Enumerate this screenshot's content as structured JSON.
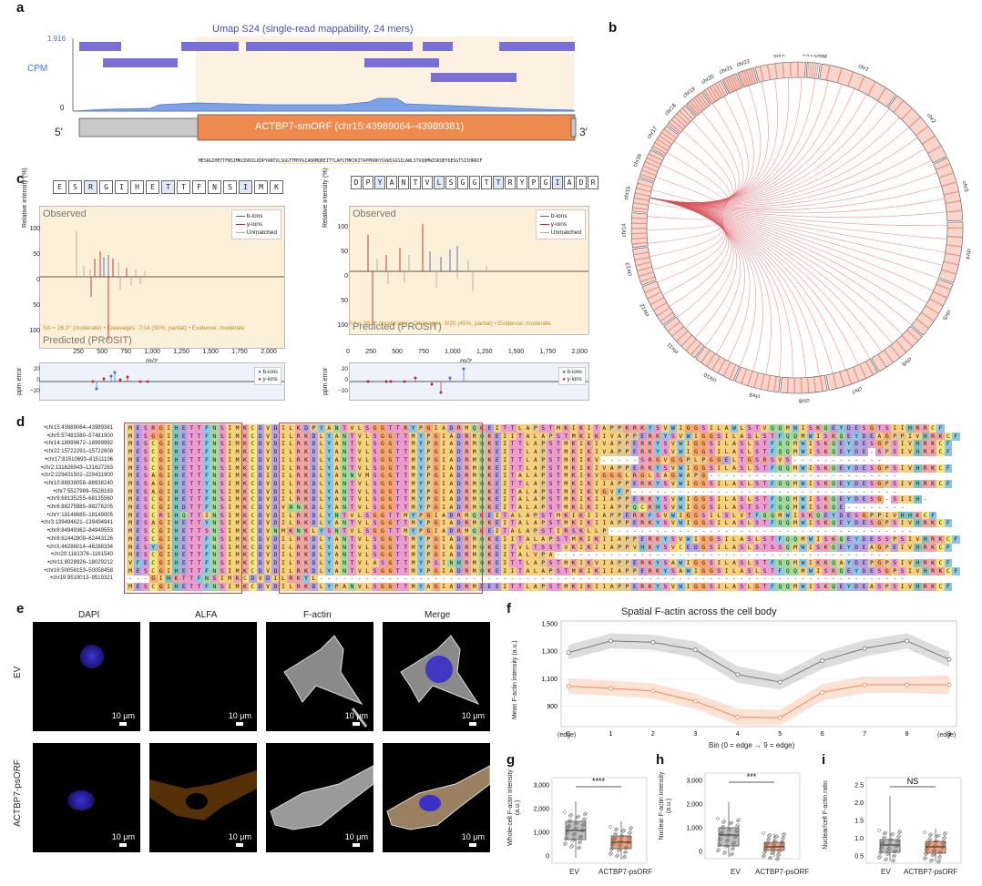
{
  "panels": {
    "a": {
      "label": "a",
      "track_title": "Umap S24 (single-read mappability, 24 mers)",
      "ylabel": "CPM",
      "ymax": "1.916",
      "ymin": "0",
      "five_prime": "5′",
      "three_prime": "3′",
      "orf_label": "ACTBP7-smORF (chr15:43989064–43989381)",
      "protein_seq": "MESRGIHETTFNSIMKCDVDILKDPYANTVLSGGTTMYPGIADRMQKEITTLAPSTMKIKITAPPKRKYSVWIGGSILAWLSTVQQMWISKQEYDESGTSIIHRRCF"
    },
    "b": {
      "label": "b",
      "chromosomes": [
        "chr1",
        "chr2",
        "chr3",
        "chr4",
        "chr5",
        "chr6",
        "chr7",
        "chr8",
        "chr9",
        "chr10",
        "chr11",
        "chr12",
        "chr13",
        "chr14",
        "chr15",
        "chr16",
        "chr17",
        "chr18",
        "chr19",
        "chr20",
        "chr21",
        "chr22",
        "chrX",
        "chrY/chrM"
      ]
    },
    "c": {
      "label": "c",
      "left": {
        "residues": [
          "E",
          "S",
          "R",
          "G",
          "I",
          "H",
          "E",
          "T",
          "T",
          "F",
          "N",
          "S",
          "I",
          "M",
          "K"
        ],
        "observed": "Observed",
        "predicted": "Predicted (PROSIT)",
        "stats": "SA = 26.3° (moderate) • Cleavages: 7/14 (50%, partial) • Evidence: moderate",
        "ylabel": "Relative intensity (%)",
        "xlabel": "m/z",
        "err_ylabel": "ppm error",
        "legend": [
          "b-ions",
          "y-ions",
          "Unmatched"
        ],
        "err_legend": [
          "b-ions",
          "y-ions"
        ],
        "yticks": [
          "100",
          "50",
          "0",
          "50",
          "100"
        ],
        "xticks": [
          "250",
          "500",
          "750",
          "1,000",
          "1,250",
          "1,500",
          "1,750",
          "2,000"
        ],
        "err_yticks": [
          "20",
          "0",
          "−20"
        ]
      },
      "right": {
        "residues": [
          "D",
          "P",
          "Y",
          "A",
          "N",
          "T",
          "V",
          "L",
          "S",
          "G",
          "G",
          "T",
          "T",
          "R",
          "Y",
          "P",
          "G",
          "I",
          "A",
          "D",
          "R"
        ],
        "observed": "Observed",
        "predicted": "Predicted (PROSIT)",
        "stats": "SA = 38.4° (moderate) • Cleavages: 9/20 (45%, partial) • Evidence: moderate",
        "ylabel": "Relative intensity (%)",
        "xlabel": "m/z",
        "err_ylabel": "ppm error",
        "legend": [
          "b-ions",
          "y-ions",
          "Unmatched"
        ],
        "err_legend": [
          "b-ions",
          "y-ions"
        ],
        "yticks": [
          "100",
          "50",
          "0",
          "50",
          "100"
        ],
        "xticks": [
          "0",
          "250",
          "500",
          "750",
          "1,000",
          "1,250",
          "1,500",
          "1,750",
          "2,000"
        ],
        "err_yticks": [
          "20",
          "0",
          "−20"
        ]
      }
    },
    "d": {
      "label": "d",
      "rows": [
        {
          "name": "•chr15:43989064–43989381",
          "seq": "MESRGIHETTFNSIMKCDVDILKDPYANTVLSGGTTRYPGIADRMQKEITTLAPSTMKIKITAPPKRKYSVWIGGSILAWLSTVQQMWISKQEYDESGTSIIHRRCF"
        },
        {
          "name": "•chr5:57481580–57481900",
          "seq": "MESGGIHETTFNSIMKCDVDILRKDLYANTVLSGGTTMYPGIADRMQKEIITALAPSTMKIKIVAPPERKYSVWIGGSILASLSTFQQMWISKQEYDEAGPPIVHRKCF"
        },
        {
          "name": "•chr14:18999672–18999992",
          "seq": "MESCGIHETTFNSIMKCDVDILRKDLYANTVLSGGTTMYPGIADRMQKEITTLAPSTMKIKIVAPPERKYSVWIGGSILASLSTFQQMWISKQEYDESGPSIVHRKCF"
        },
        {
          "name": "•chr22:15722291–15722608",
          "seq": "MESCGIHETTFNSIMKCDVDILRKDLYANTVLSGGTTMYPGIADRMQKEITTLAPSTMKIKIVAPPERKYSVWIGGSILASLSTFQQMWISKQEYDE-SPSIVHRKCF"
        },
        {
          "name": "•chr17:81510693–81511106",
          "seq": "MESCGIHETTFNSIMKCDVDILRKDLYANTVLSGGTTMYPGIADRMQKEITTLAPSTMKIKV-----SRGVGGPLPGGELTGSRSVS------------"
        },
        {
          "name": "•chr2:131626943–131627263",
          "seq": "MESCGIHETTFNSIMKCDVDILRKDLYANTVLSGGTTMYPGIADRMQKEITTLAPSTMKIKIVAPPERKYSVWIGGSILASLSTFQQMWISKQEYDESGPSIVHRKCF"
        },
        {
          "name": "•chr2:229431502–229431900",
          "seq": "MESAGIHETTFNSIMKCDIDILRKDLYANNVMSGGTTMYPGIADRMQKEITALAPSTMKIKVGGGLRGLSAGWAPG-------------------------"
        },
        {
          "name": "•chr10:88938058–88938240",
          "seq": "MESAGIHETTYNSIMKCDVDILRKDLYANTVLSGGTTMYPGIADRMQKEITTLAPSTMKIKIIAPPERKYSVWIGGSILASLSTFQQMWISKQEYDESGPSIVHRKCF"
        },
        {
          "name": "•chr7:5527989–5528183",
          "seq": "MESAGIHETTYNSIMKCDVDILRKDLYANTVLSGGTTMYPGIADRMQKEITALAPSTMKIKVGVFP-----------------------------------"
        },
        {
          "name": "•chr9:68135255–68135560",
          "seq": "MESCGIHETTFNSIMKCDVDILRKDLYANTVLSGGTTMYPGIADRMQKEITALAPSTMKIKIIAPPERKYSVWIGGSILASLSTFQQMWISKQEYDESG-SIIH-"
        },
        {
          "name": "•chr6:88275885–88276205",
          "seq": "MESCGIHDTTFNSIMKCDVDVNNKDLYANTVLSGGTTMYPGIADRMQKEITALAPSTMKIKIIAPPQCKHSVWIGGSILASTSTFQQMWISKQE--------"
        },
        {
          "name": "•chrY:18148685–18149005",
          "seq": "MESCRIHQTTINSIMKCDVDILRKDLYNTVLSGGTTMYPGIADRMQKEITALAPSTMKIKIIAPPERKFSVWIGGSILSLVTFQQMWISKQEYDESGPPIVHHKCF"
        },
        {
          "name": "•chr3:139494621–139494941",
          "seq": "MESAGIHETTYNSIMKCDVDILRKDLYANTVLSGGTTMYPGIADRMQKEITALAPSTMKIKIIAPPERKYSVWIGGSILASLSTFQQMWISKQEYDESGPSIVHRKCF"
        },
        {
          "name": "•chr8:84949362–84949553",
          "seq": "MESCGIHETTSNSIMKCDVNMKNKLYSNTVLSGGTTMYPGIADRMQKEITALAPSTIRSKLLP----------------------------------------"
        },
        {
          "name": "•chr8:62442809–62443126",
          "seq": "MESCGIHETTFNSIMKCDVDILRKDLYANTVLSGGTTMYPGIADRMQKEIITALAPSTMKIKIIAPPERKYSVWIGGSILASLSTFQQMWISKQEYDESSPSIVHRKCF"
        },
        {
          "name": "•chrX:46288014–46288334",
          "seq": "MESYGIHETTFNSIMKCDVDILRKDLYANTVLSGGTTMYPGIADRMQKEITVLTSSTVKIKIIAPPVHKYSVCEDGSILASLSTSSQMWISKQEYDEAGPEIVHRKCF"
        },
        {
          "name": "•chr20:1161376–1161540",
          "seq": "MESCGIHETTFNSIMKCDVDILRKDLYANTVLSGGTTMYPGIADRMQKEITALVPA--------------------------------------------"
        },
        {
          "name": "•chr11:8028926–18029212",
          "seq": "VFECGIHETTFNSIMKCDVDILRKDLYANTVLASGTTMYPSINHRMQKEITTLAPSTMKIKVIAPPERKYSAWIGGSILASLSTFQQMWIKKQAYDEPGPSIVHRKCF"
        },
        {
          "name": "•chr16:50058153–50058458",
          "seq": "MESCGIHETTFNSIMKCDVDILRKDLYANTVLSGGTTMYPGIADRMQKEIITALAPSTMKIKIIAPPERKYSAWIGGSILASLSTFQQMWISKQEYDESGPSIVHRKCF"
        },
        {
          "name": "•chr19:9519013–9519321",
          "seq": "---GIHKTTFNSIMKCDVDILRKYL-----------------------------------------------------------------------------"
        },
        {
          "name": "",
          "seq": "MESCGIHETTFNSIMKCDVDILRKDLYPANVLSGGTTMYAGIADRMEEEITTLAPSTMKIKIIAPPERKYSVWIGGSILASLGTFQQMWISKQEYDEASPSIVHRKCF"
        }
      ]
    },
    "e": {
      "label": "e",
      "columns": [
        "DAPI",
        "ALFA",
        "F-actin",
        "Merge"
      ],
      "rows": [
        "EV",
        "ACTBP7-psORF"
      ],
      "scalebar": "10 μm"
    },
    "f": {
      "label": "f",
      "title": "Spatial F-actin across the cell body",
      "xlabel": "Bin (0 = edge → 9 = edge)",
      "ylabel": "Mean F-actin intensity (a.u.)",
      "edge_label": "(edge)"
    },
    "g": {
      "label": "g",
      "ylabel": "Whole-cell F-actin intensity (a.u.)",
      "sig": "****",
      "cats": [
        "EV",
        "ACTBP7-psORF"
      ],
      "yticks": [
        "3,000",
        "2,000",
        "1,000",
        "0"
      ]
    },
    "h": {
      "label": "h",
      "ylabel": "Nuclear F-actin intensity (a.u.)",
      "sig": "***",
      "cats": [
        "EV",
        "ACTBP7-psORF"
      ],
      "yticks": [
        "3,000",
        "2,000",
        "1,000",
        "0"
      ]
    },
    "i": {
      "label": "i",
      "ylabel": "Nuclear/cell F-actin ratio",
      "sig": "NS",
      "cats": [
        "EV",
        "ACTBP7-psORF"
      ],
      "yticks": [
        "2.5",
        "2.0",
        "1.5",
        "1.0",
        "0.5"
      ]
    }
  },
  "chart_data": [
    {
      "type": "line",
      "title": "Spatial F-actin across the cell body",
      "xlabel": "Bin (0 = edge → 9 = edge)",
      "ylabel": "Mean F-actin intensity (a.u.)",
      "x": [
        0,
        1,
        2,
        3,
        4,
        5,
        6,
        7,
        8,
        9
      ],
      "xticks": [
        "0",
        "1",
        "2",
        "3",
        "4",
        "5",
        "6",
        "7",
        "8",
        "9"
      ],
      "yticks": [
        "1,500",
        "1,300",
        "1,100",
        "900"
      ],
      "ylim": [
        750,
        1520
      ],
      "series": [
        {
          "values": [
            1290,
            1375,
            1365,
            1310,
            1130,
            1075,
            1230,
            1320,
            1375,
            1240
          ],
          "lower": [
            1240,
            1320,
            1310,
            1250,
            1070,
            1020,
            1170,
            1260,
            1320,
            1185
          ],
          "upper": [
            1345,
            1430,
            1420,
            1370,
            1190,
            1130,
            1290,
            1380,
            1430,
            1295
          ],
          "color": "#777777"
        },
        {
          "values": [
            1045,
            1030,
            1010,
            935,
            820,
            815,
            1000,
            1055,
            1055,
            1055
          ],
          "lower": [
            990,
            975,
            955,
            880,
            760,
            760,
            940,
            995,
            995,
            985
          ],
          "upper": [
            1100,
            1085,
            1065,
            990,
            880,
            870,
            1060,
            1115,
            1115,
            1125
          ],
          "color": "#ee8a55"
        }
      ]
    }
  ],
  "colors": {
    "accent_orange": "#ee8a55",
    "orf_fill": "#ef8a4f",
    "umap_bar": "#7a6fd4",
    "cpm_blue": "#5b82d6",
    "panel_bg_c": "#fdf0d8",
    "chord_red": "#d9545c",
    "y_ion": "#c0282d",
    "b_ion": "#3b6fc4"
  }
}
